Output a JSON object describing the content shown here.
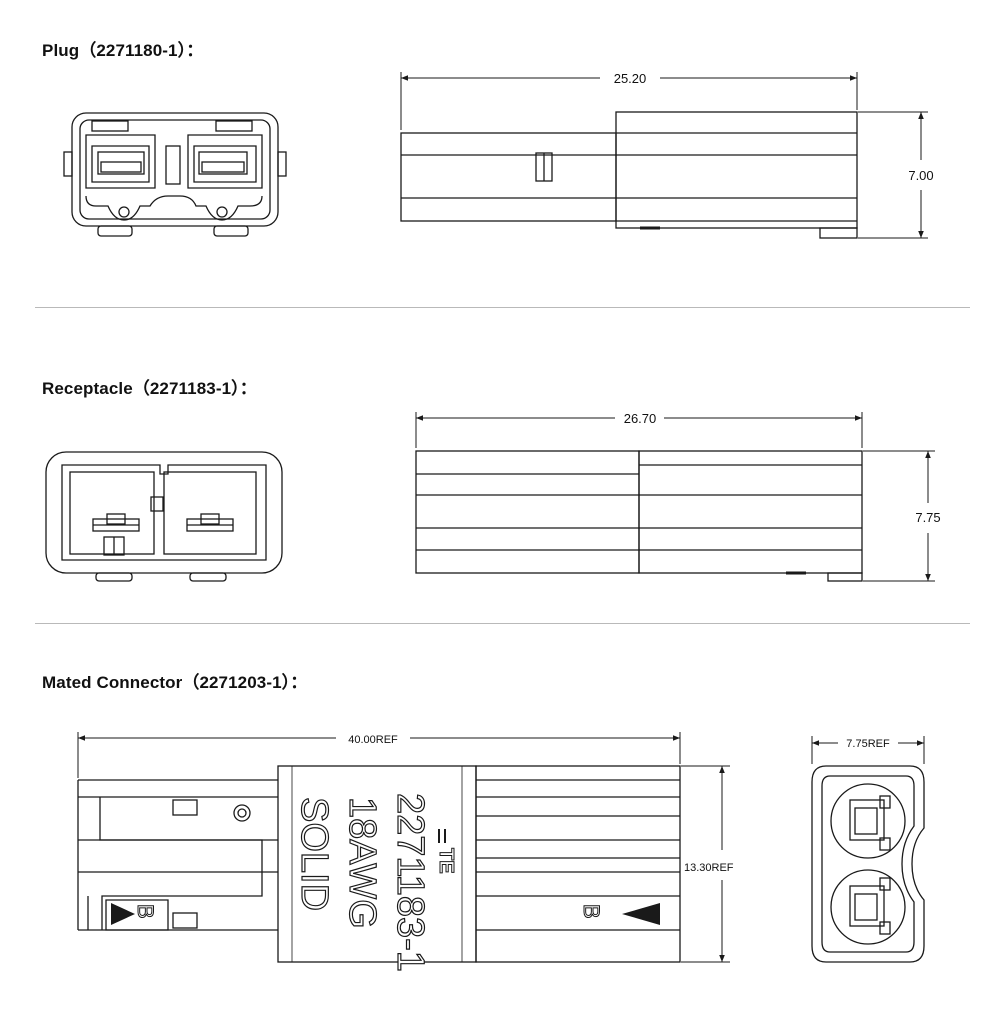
{
  "sections": {
    "plug": {
      "title": "Plug（2271180-1）：",
      "dim_length": "25.20",
      "dim_height": "7.00"
    },
    "receptacle": {
      "title": "Receptacle（2271183-1）：",
      "dim_length": "26.70",
      "dim_height": "7.75"
    },
    "mated": {
      "title": "Mated Connector（2271203-1）：",
      "dim_length": "40.00REF",
      "dim_height": "13.30REF",
      "dim_end_width": "7.75REF",
      "marking_brand": "TE",
      "marking_part": "2271183-1",
      "marking_gauge": "18AWG",
      "marking_type": "SOLID",
      "polarity_letter": "B"
    }
  },
  "colors": {
    "line": "#1a1a1a",
    "rule": "#b9b9b9",
    "background": "#ffffff"
  }
}
